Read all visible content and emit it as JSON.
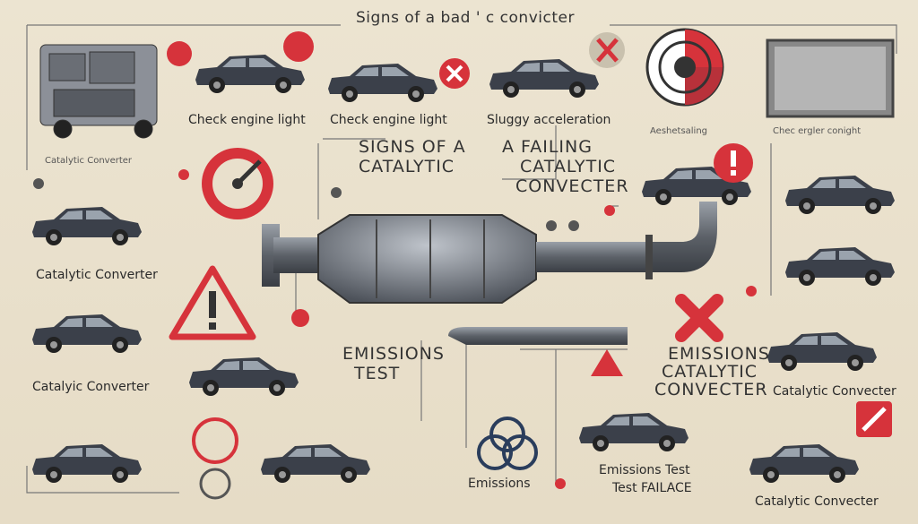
{
  "title": "Signs of a bad ' c convicter",
  "labels": {
    "check_engine_1": "Check engine light",
    "check_engine_2": "Check engine light",
    "sluggish": "Sluggy acceleration",
    "aesthetic": "Aeshetsaling",
    "check_right": "Chec ergler conight",
    "catalytic_converter_small": "Catalytic Converter",
    "signs_line1": "SIGNS OF A",
    "signs_line2": "CATALYTIC",
    "failing_line1": "A FAILING",
    "failing_line2": "CATALYTIC",
    "failing_line3": "CONVECTER",
    "cc_left_mid": "Catalytic Converter",
    "cc_left_low": "Catalyic Converter",
    "emissions_test_1": "EMISSIONS",
    "emissions_test_2": "TEST",
    "emissions_cc_1": "EMISSIONS",
    "emissions_cc_2": "CATALYTIC",
    "emissions_cc_3": "CONVECTER",
    "cc_right_mid": "Catalytic Convecter",
    "emissions_bottom": "Emissions",
    "emissions_test_fail_1": "Emissions Test",
    "emissions_test_fail_2": "Test FAILACE",
    "cc_right_bottom": "Catalytic Convecter"
  },
  "colors": {
    "accent_red": "#d6333b",
    "car": "#3b404a",
    "metal": "#5d6168",
    "bg": "#e9e0cc"
  }
}
